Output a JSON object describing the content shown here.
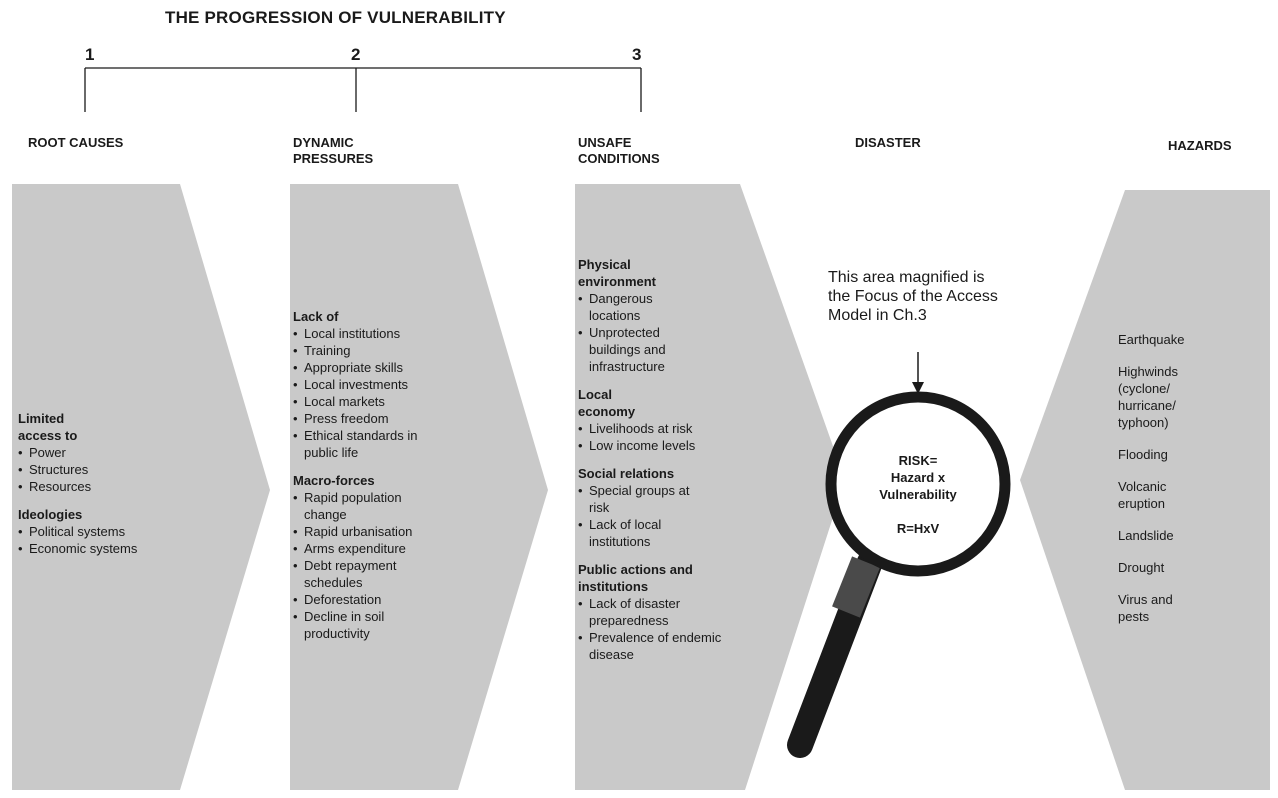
{
  "title": "THE PROGRESSION OF VULNERABILITY",
  "stages": [
    "1",
    "2",
    "3"
  ],
  "columns": {
    "root_causes": {
      "heading": "ROOT CAUSES",
      "groups": [
        {
          "title": "Limited access to",
          "items": [
            "Power",
            "Structures",
            "Resources"
          ]
        },
        {
          "title": "Ideologies",
          "items": [
            "Political systems",
            "Economic systems"
          ]
        }
      ]
    },
    "dynamic_pressures": {
      "heading": "DYNAMIC PRESSURES",
      "groups": [
        {
          "title": "Lack of",
          "items": [
            "Local institutions",
            "Training",
            "Appropriate skills",
            "Local investments",
            "Local markets",
            "Press freedom",
            "Ethical standards in public life"
          ]
        },
        {
          "title": "Macro-forces",
          "items": [
            "Rapid population change",
            "Rapid urbanisation",
            "Arms expenditure",
            "Debt repayment schedules",
            "Deforestation",
            "Decline in soil productivity"
          ]
        }
      ]
    },
    "unsafe_conditions": {
      "heading": "UNSAFE CONDITIONS",
      "groups": [
        {
          "title": "Physical environment",
          "items": [
            "Dangerous locations",
            "Unprotected buildings and infrastructure"
          ]
        },
        {
          "title": "Local economy",
          "items": [
            "Livelihoods at risk",
            "Low income levels"
          ]
        },
        {
          "title": "Social relations",
          "items": [
            "Special groups at risk",
            "Lack of local institutions"
          ]
        },
        {
          "title": "Public actions and institutions",
          "items": [
            "Lack of disaster preparedness",
            "Prevalence of endemic disease"
          ]
        }
      ]
    },
    "disaster": {
      "heading": "DISASTER",
      "callout": "This area magnified is the Focus of the Access Model  in Ch.3",
      "lens_lines": [
        "RISK=",
        "Hazard x",
        "Vulnerability",
        "R=HxV"
      ]
    },
    "hazards": {
      "heading": "HAZARDS",
      "items": [
        "Earthquake",
        "Highwinds (cyclone/ hurricane/ typhoon)",
        "Flooding",
        "Volcanic eruption",
        "Landslide",
        "Drought",
        "Virus and pests"
      ]
    }
  },
  "colors": {
    "shape_fill": "#c9c9c9",
    "text": "#1a1a1a",
    "lens_rim": "#1a1a1a",
    "lens_fill": "#ffffff"
  }
}
